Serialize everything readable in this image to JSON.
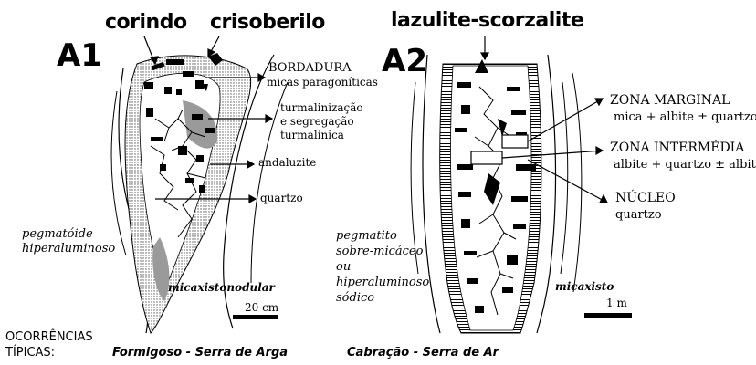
{
  "panel_a1": {
    "label": "A1",
    "mineral_1": "corindo",
    "mineral_2": "crisoberilo",
    "bordadura": "BORDADURA",
    "micas": "micas paragoníticas",
    "turmal_1": "turmalinização",
    "turmal_2": "e segregação",
    "turmal_3": "turmalínica",
    "andaluzite": "andaluzite",
    "quartzo": "quartzo",
    "rock_1": "pegmatóide",
    "rock_2": "hiperaluminoso",
    "host": "micaxistonodular",
    "scale": "20 cm",
    "locality": "Formigoso - Serra de Arga"
  },
  "panel_a2": {
    "label": "A2",
    "mineral": "lazulite-scorzalite",
    "zona_marginal": "ZONA MARGINAL",
    "zona_marginal_comp": "mica + albite ± quartzo",
    "zona_intermedia": "ZONA INTERMÉDIA",
    "zona_intermedia_comp": "albite + quartzo ± albite",
    "nucleo": "NÚCLEO",
    "nucleo_comp": "quartzo",
    "rock_1": "pegmatito",
    "rock_2": "sobre-micáceo",
    "rock_3": "ou",
    "rock_4": "hiperaluminoso",
    "rock_5": "sódico",
    "host": "micaxisto",
    "scale": "1 m",
    "locality": "Cabração - Serra de Ar"
  },
  "footer": {
    "line_1": "OCORRÊNCIAS",
    "line_2": "TÍPICAS:"
  }
}
